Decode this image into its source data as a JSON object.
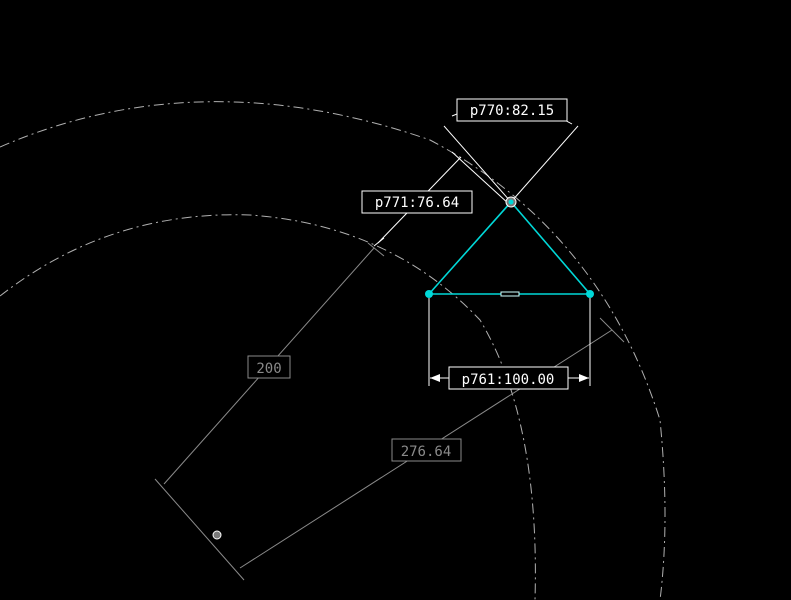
{
  "dimensions": {
    "angle": {
      "label": "p770:82.15"
    },
    "offset": {
      "label": "p771:76.64"
    },
    "width": {
      "label": "p761:100.00"
    },
    "inner_radius": {
      "label": "200"
    },
    "outer_radius": {
      "label": "276.64"
    }
  },
  "colors": {
    "background": "#000000",
    "sketch_geometry": "#00d8d8",
    "driving_dimension": "#ffffff",
    "reference_dimension": "#8a8a8a",
    "construction": "#b0b0b0"
  }
}
